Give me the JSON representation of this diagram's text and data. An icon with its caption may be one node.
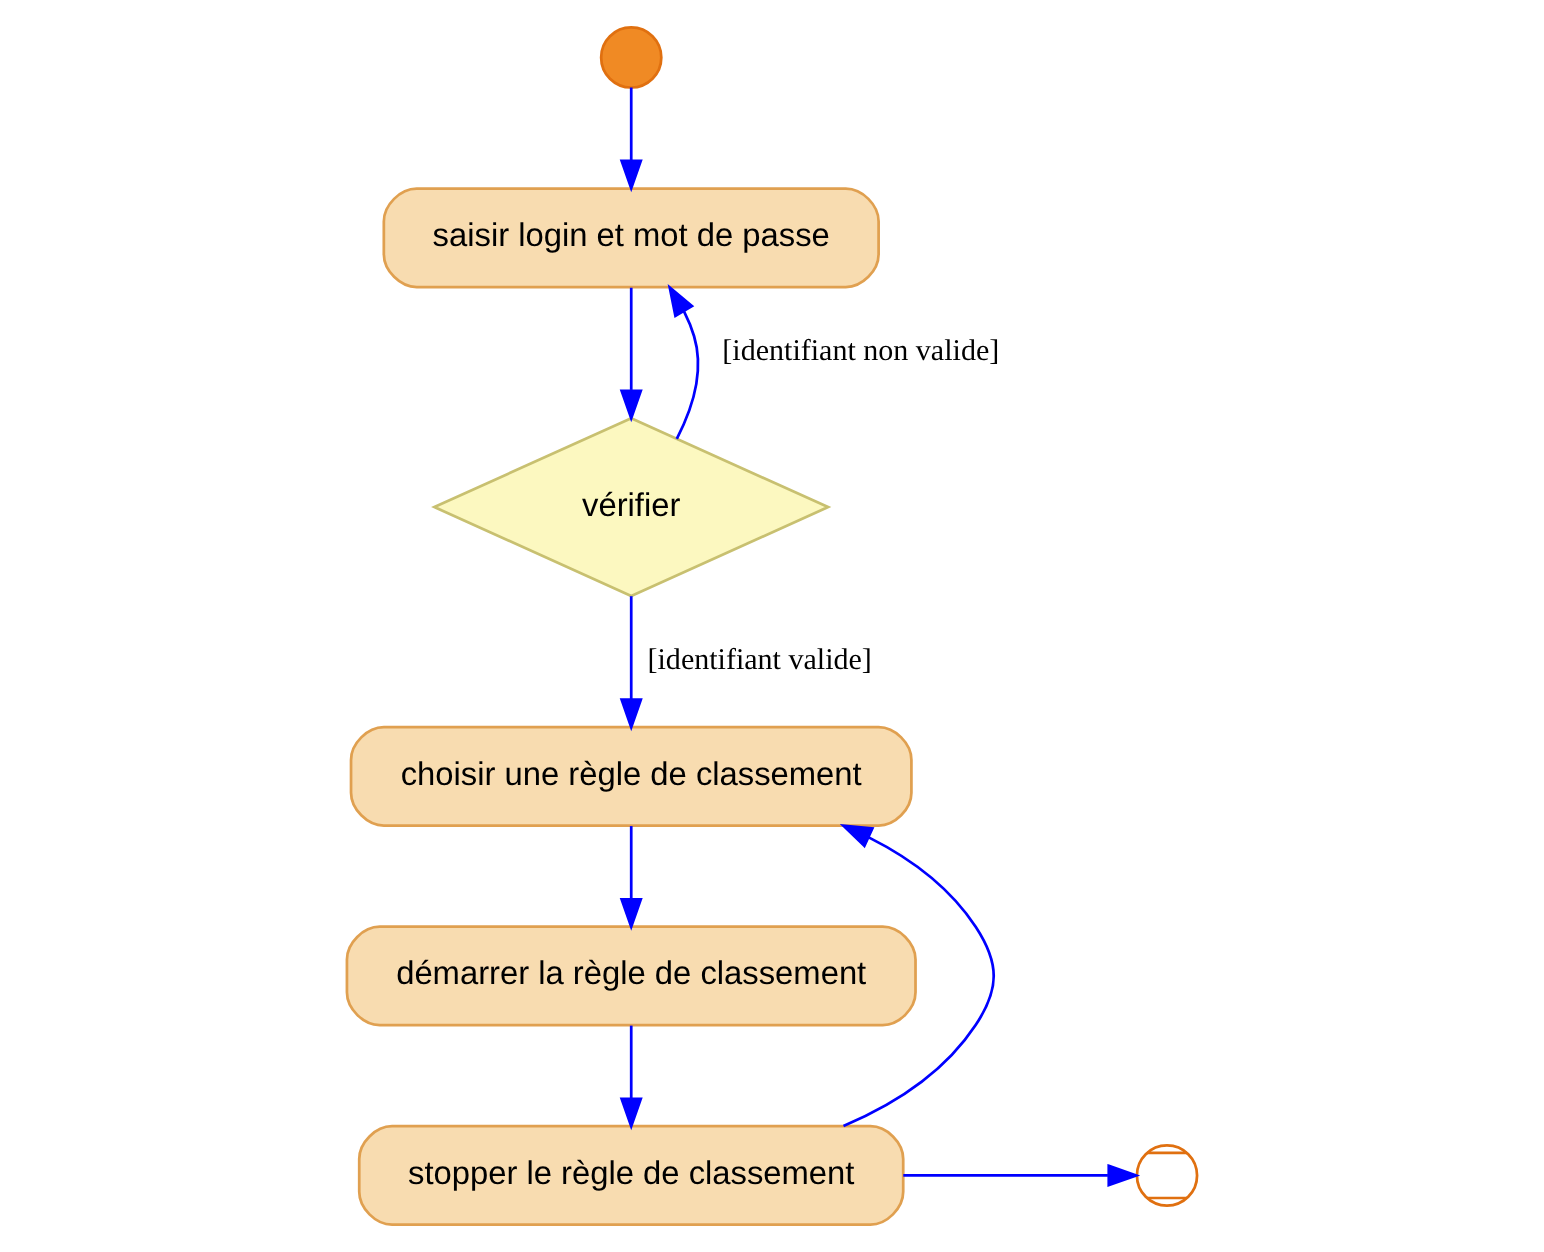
{
  "diagram": {
    "nodes": [
      {
        "text": [],
        "shape": "circle"
      },
      {
        "text": [
          "saisir login et mot de passe"
        ]
      },
      {
        "text": [
          "vérifier"
        ]
      },
      {
        "text": [
          "choisir une règle de classement"
        ]
      },
      {
        "text": [
          "démarrer la règle de classement"
        ]
      },
      {
        "text": [
          "stopper le règle de classement"
        ]
      },
      {
        "text": [],
        "shape": "circle"
      }
    ],
    "edges": [
      {
        "from": 0,
        "to": 1,
        "arrow": "to"
      },
      {
        "from": 1,
        "to": 2,
        "arrow": "to"
      },
      {
        "from": 2,
        "to": 1,
        "arrow": "to",
        "label": "[identifiant non valide]"
      },
      {
        "from": 2,
        "to": 3,
        "arrow": "to",
        "label": "[identifiant valide]"
      },
      {
        "from": 3,
        "to": 4,
        "arrow": "to"
      },
      {
        "from": 4,
        "to": 5,
        "arrow": "to"
      },
      {
        "from": 5,
        "to": 3,
        "arrow": "to"
      },
      {
        "from": 5,
        "to": 6,
        "arrow": "to"
      }
    ]
  }
}
